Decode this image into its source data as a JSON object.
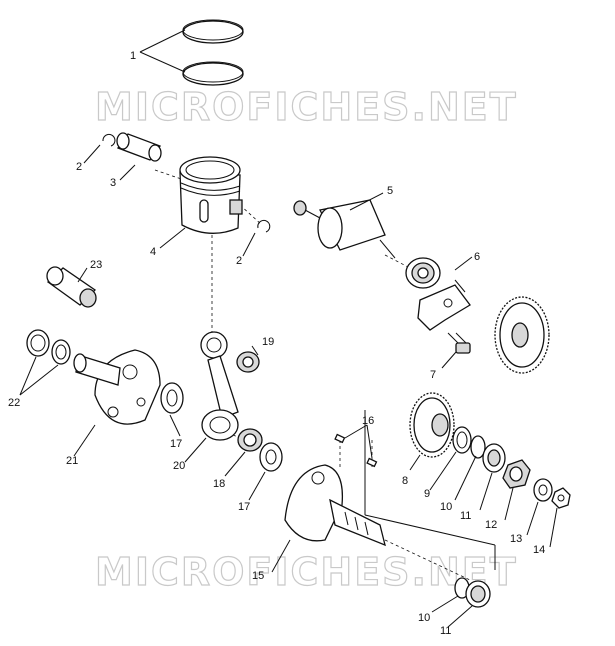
{
  "watermark": {
    "text": "MICROFICHES.NET"
  },
  "callouts": {
    "c1": "1",
    "c2a": "2",
    "c2b": "2",
    "c3": "3",
    "c4": "4",
    "c5": "5",
    "c6": "6",
    "c7": "7",
    "c8": "8",
    "c9": "9",
    "c10a": "10",
    "c10b": "10",
    "c11a": "11",
    "c11b": "11",
    "c12": "12",
    "c13": "13",
    "c14": "14",
    "c15": "15",
    "c16": "16",
    "c17a": "17",
    "c17b": "17",
    "c18": "18",
    "c19": "19",
    "c20": "20",
    "c21": "21",
    "c22": "22",
    "c23": "23"
  }
}
